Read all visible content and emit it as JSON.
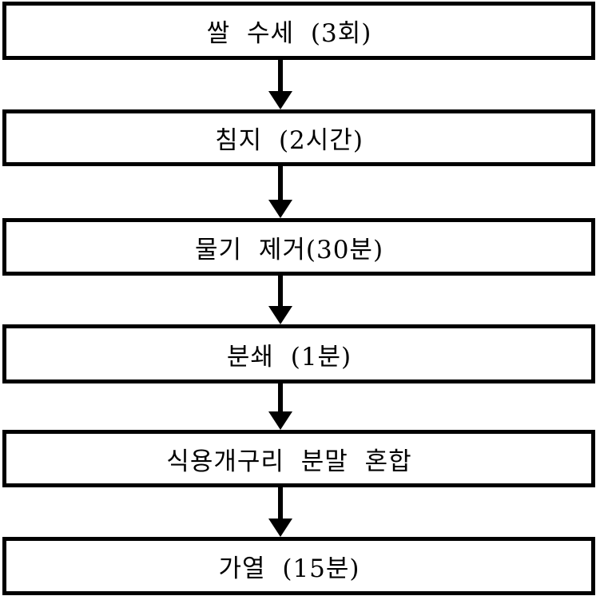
{
  "flowchart": {
    "description": "vertical-process-flowchart",
    "colors": {
      "background": "#ffffff",
      "box_border": "#000000",
      "text": "#000000",
      "arrow": "#000000"
    },
    "connector_icon": "down-arrow",
    "steps": [
      {
        "label": "쌀 수세 (3회)"
      },
      {
        "label": "침지 (2시간)"
      },
      {
        "label": "물기 제거(30분)"
      },
      {
        "label": "분쇄 (1분)"
      },
      {
        "label": "식용개구리 분말 혼합"
      },
      {
        "label": "가열 (15분)"
      }
    ]
  }
}
